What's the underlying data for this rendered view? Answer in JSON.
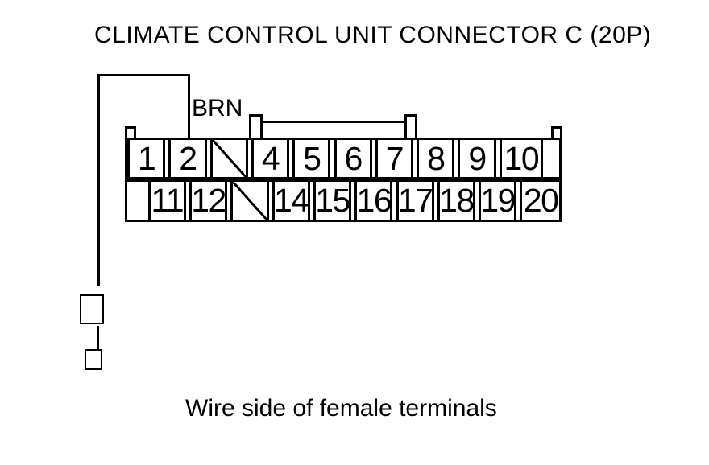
{
  "title": "CLIMATE CONTROL UNIT CONNECTOR C (20P)",
  "wire": {
    "color_label": "BRN",
    "connects_to_pin": "2"
  },
  "caption": "Wire side of female terminals",
  "connector": {
    "top_row": [
      {
        "type": "pin",
        "label": "1"
      },
      {
        "type": "pin",
        "label": "2"
      },
      {
        "type": "slash",
        "label": ""
      },
      {
        "type": "pin",
        "label": "4"
      },
      {
        "type": "pin",
        "label": "5"
      },
      {
        "type": "pin",
        "label": "6"
      },
      {
        "type": "pin",
        "label": "7"
      },
      {
        "type": "pin",
        "label": "8"
      },
      {
        "type": "pin",
        "label": "9"
      },
      {
        "type": "pin",
        "label": "10"
      },
      {
        "type": "blank",
        "label": ""
      }
    ],
    "bottom_row": [
      {
        "type": "blank",
        "label": ""
      },
      {
        "type": "pin",
        "label": "11"
      },
      {
        "type": "pin",
        "label": "12"
      },
      {
        "type": "slash",
        "label": ""
      },
      {
        "type": "pin",
        "label": "14"
      },
      {
        "type": "pin",
        "label": "15"
      },
      {
        "type": "pin",
        "label": "16"
      },
      {
        "type": "pin",
        "label": "17"
      },
      {
        "type": "pin",
        "label": "18"
      },
      {
        "type": "pin",
        "label": "19"
      },
      {
        "type": "pin",
        "label": "20"
      }
    ]
  },
  "colors": {
    "line": "#000000",
    "background": "#ffffff"
  }
}
